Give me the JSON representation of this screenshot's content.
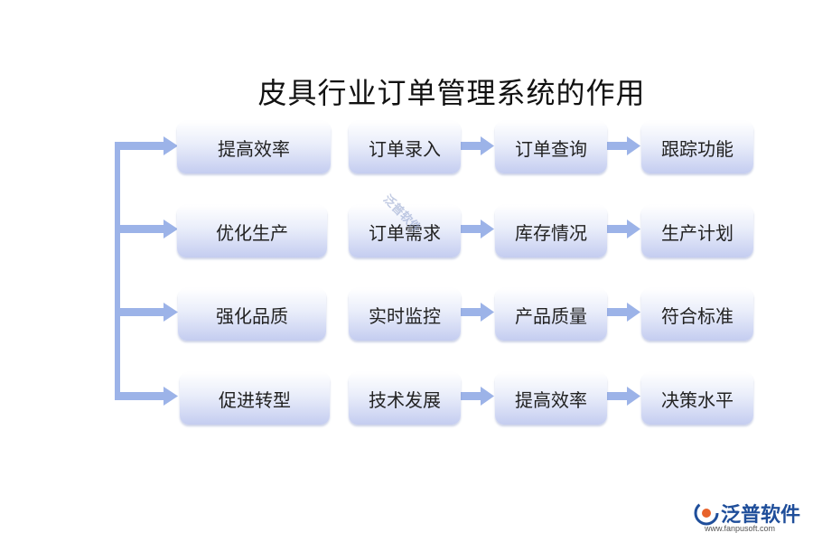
{
  "title": "皮具行业订单管理系统的作用",
  "rows": [
    {
      "main": "提高效率",
      "chain": [
        "订单录入",
        "订单查询",
        "跟踪功能"
      ]
    },
    {
      "main": "优化生产",
      "chain": [
        "订单需求",
        "库存情况",
        "生产计划"
      ]
    },
    {
      "main": "强化品质",
      "chain": [
        "实时监控",
        "产品质量",
        "符合标准"
      ]
    },
    {
      "main": "促进转型",
      "chain": [
        "技术发展",
        "提高效率",
        "决策水平"
      ]
    }
  ],
  "colors": {
    "arrow": "#9cb3e8",
    "box_bottom": "#c4cdf0",
    "logo": "#1f4e9a"
  },
  "watermark": "泛普软件",
  "logo": {
    "name": "泛普软件",
    "url": "www.fanpusoft.com"
  }
}
